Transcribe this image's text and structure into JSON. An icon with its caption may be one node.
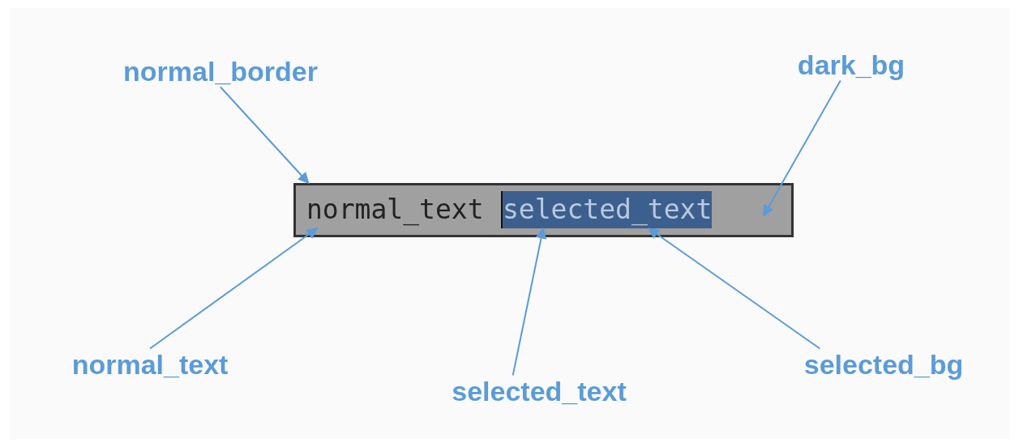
{
  "diagram": {
    "nodes": [
      {
        "text": [
          "normal_border"
        ]
      },
      {
        "text": [
          "dark_bg"
        ]
      },
      {
        "text": [],
        "shape": "box"
      },
      {
        "text": [
          "normal_text"
        ],
        "in": 2
      },
      {
        "text": [
          "selected_text"
        ],
        "in": 2
      },
      {
        "text": [
          "normal_text"
        ]
      },
      {
        "text": [
          "selected_text"
        ]
      },
      {
        "text": [
          "selected_bg"
        ]
      }
    ],
    "edges": [
      {
        "from": 0,
        "to": 2,
        "arrow": "to"
      },
      {
        "from": 1,
        "to": 2,
        "arrow": "to"
      },
      {
        "from": 5,
        "to": 3,
        "arrow": "to"
      },
      {
        "from": 6,
        "to": 4,
        "arrow": "to"
      },
      {
        "from": 7,
        "to": 4,
        "arrow": "to"
      }
    ]
  }
}
